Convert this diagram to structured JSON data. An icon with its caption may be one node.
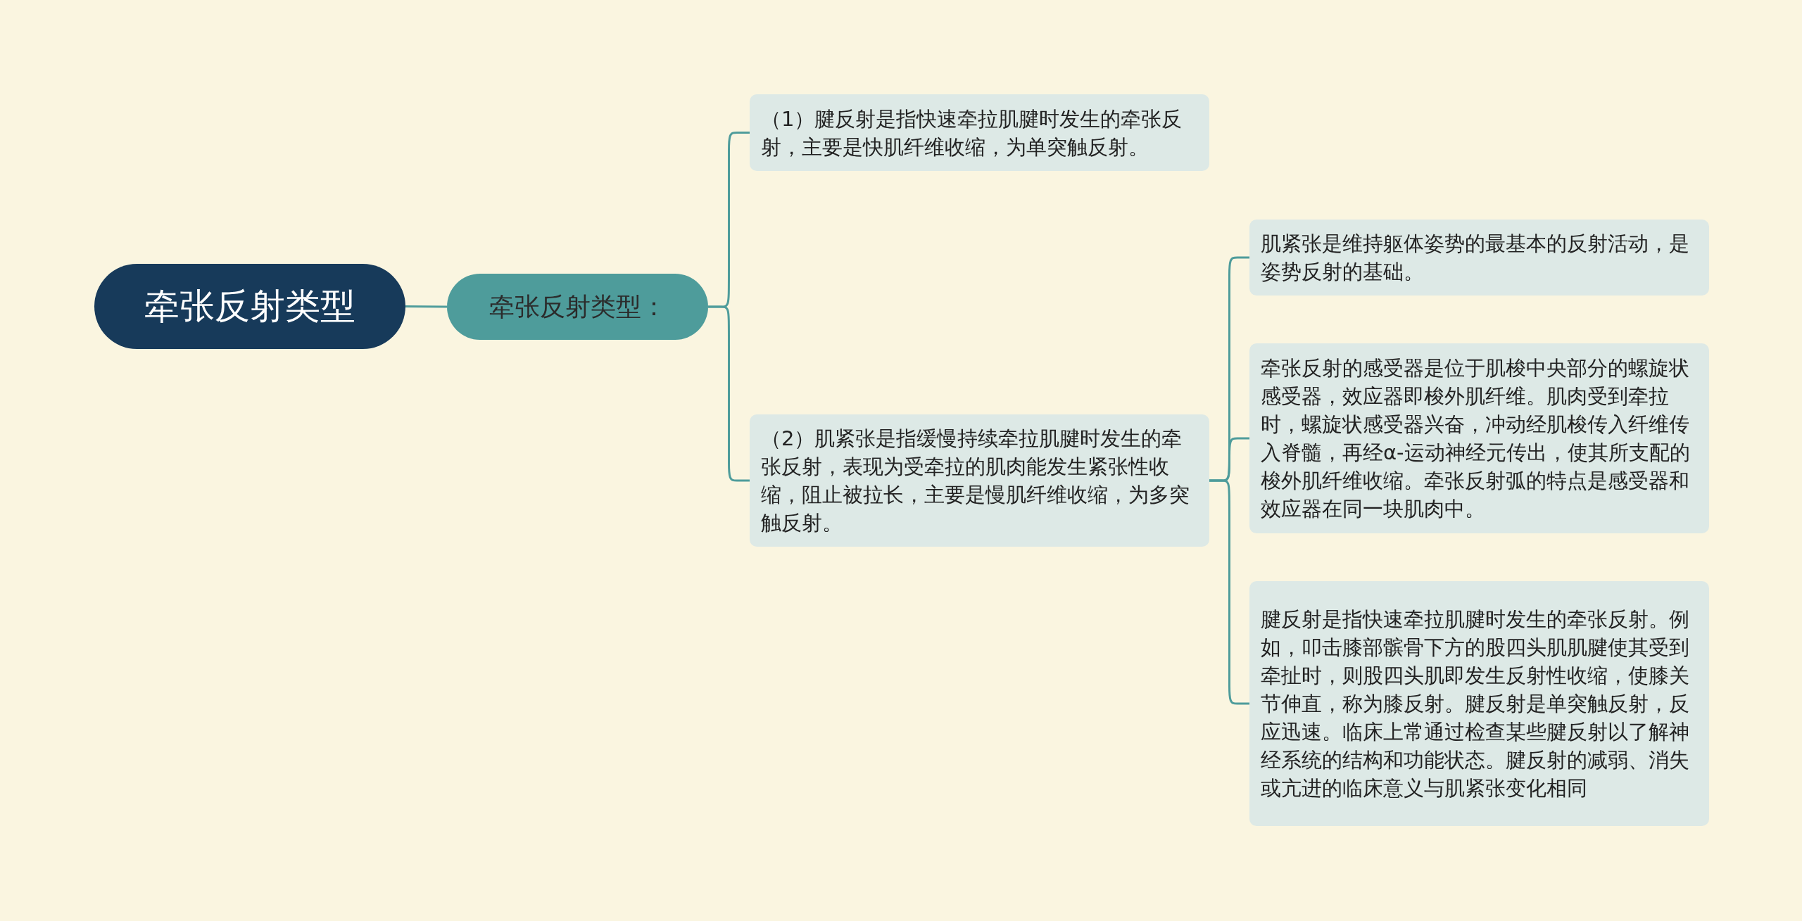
{
  "diagram": {
    "nodes": [
      {
        "text": [
          "牵张反射类型"
        ]
      },
      {
        "text": [
          "牵张反射类型："
        ]
      },
      {
        "text": [
          "（1）腱反射是指快速牵拉肌腱时发生的牵张反射，主要是快肌纤维收缩，为单突触反射。"
        ]
      },
      {
        "text": [
          "（2）肌紧张是指缓慢持续牵拉肌腱时发生的牵张反射，表现为受牵拉的肌肉能发生紧张性收缩，阻止被拉长，主要是慢肌纤维收缩，为多突触反射。"
        ]
      },
      {
        "text": [
          "肌紧张是维持躯体姿势的最基本的反射活动，是姿势反射的基础。"
        ]
      },
      {
        "text": [
          "牵张反射的感受器是位于肌梭中央部分的螺旋状感受器，效应器即梭外肌纤维。肌肉受到牵拉时，螺旋状感受器兴奋，冲动经肌梭传入纤维传入脊髓，再经α-运动神经元传出，使其所支配的梭外肌纤维收缩。牵张反射弧的特点是感受器和效应器在同一块肌肉中。"
        ]
      },
      {
        "text": [
          "腱反射是指快速牵拉肌腱时发生的牵张反射。例如，叩击膝部髌骨下方的股四头肌肌腱使其受到牵扯时，则股四头肌即发生反射性收缩，使膝关节伸直，称为膝反射。腱反射是单突触反射，反应迅速。临床上常通过检查某些腱反射以了解神经系统的结构和功能状态。腱反射的减弱、消失或亢进的临床意义与肌紧张变化相同"
        ]
      }
    ],
    "edges": [
      {
        "from": 0,
        "to": 1,
        "arrow": "none"
      },
      {
        "from": 1,
        "to": 2,
        "arrow": "none"
      },
      {
        "from": 1,
        "to": 3,
        "arrow": "none"
      },
      {
        "from": 3,
        "to": 4,
        "arrow": "none"
      },
      {
        "from": 3,
        "to": 5,
        "arrow": "none"
      },
      {
        "from": 3,
        "to": 6,
        "arrow": "none"
      }
    ]
  }
}
